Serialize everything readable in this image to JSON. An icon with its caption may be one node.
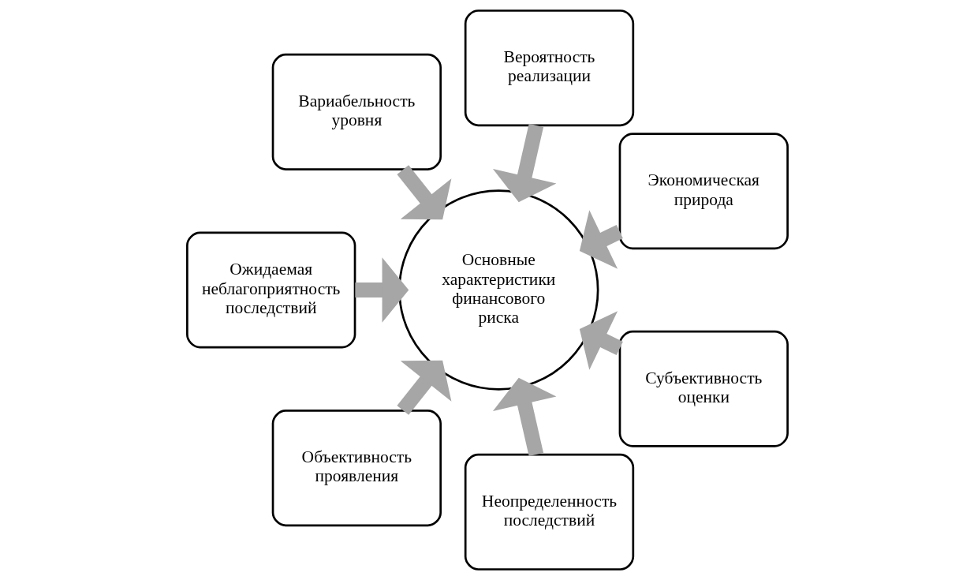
{
  "diagram": {
    "nodes": [
      {
        "text": [
          "Экономическая природа"
        ]
      },
      {
        "text": [
          "Вероятность реализации"
        ]
      },
      {
        "text": [
          "Вариабельность уровня"
        ]
      },
      {
        "text": [
          "Ожидаемая неблагоприятность последствий"
        ]
      },
      {
        "text": [
          "Объективность проявления"
        ]
      },
      {
        "text": [
          "Неопределенность последствий"
        ]
      },
      {
        "text": [
          "Субъективность оценки"
        ]
      },
      {
        "text": [
          "Основные характеристики финансового риска"
        ]
      }
    ],
    "edges": [
      {
        "from": 0,
        "to": 7,
        "arrow": "to"
      },
      {
        "from": 1,
        "to": 7,
        "arrow": "to"
      },
      {
        "from": 2,
        "to": 7,
        "arrow": "to"
      },
      {
        "from": 3,
        "to": 7,
        "arrow": "to"
      },
      {
        "from": 4,
        "to": 7,
        "arrow": "to"
      },
      {
        "from": 5,
        "to": 7,
        "arrow": "to"
      },
      {
        "from": 6,
        "to": 7,
        "arrow": "to"
      }
    ]
  }
}
